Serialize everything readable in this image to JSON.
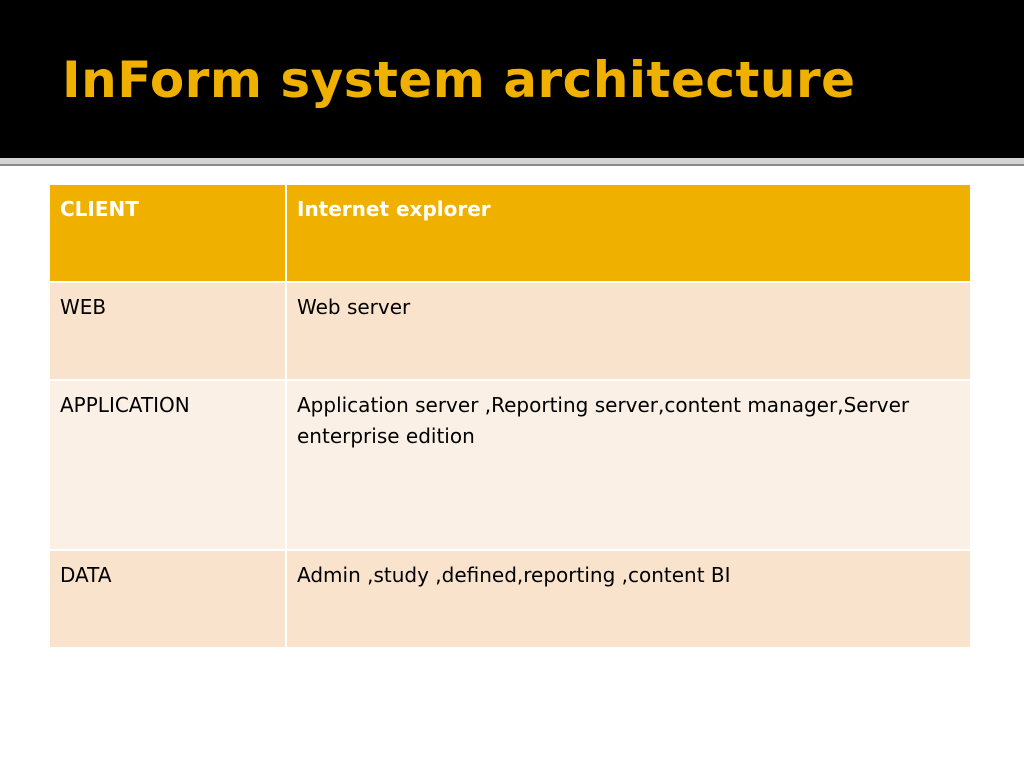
{
  "slide": {
    "title": "InForm system architecture"
  },
  "colors": {
    "title_bar": "#000000",
    "title_text": "#f0b000",
    "header_row": "#f0b000",
    "row_dark": "#f9e3cc",
    "row_light": "#fbf0e6"
  },
  "table": {
    "rows": [
      {
        "tier": "CLIENT",
        "components": "Internet explorer"
      },
      {
        "tier": "WEB",
        "components": "Web server"
      },
      {
        "tier": "APPLICATION",
        "components": "Application server ,Reporting server,content manager,Server enterprise edition"
      },
      {
        "tier": "DATA",
        "components": "Admin ,study ,defined,reporting ,content BI"
      }
    ]
  }
}
